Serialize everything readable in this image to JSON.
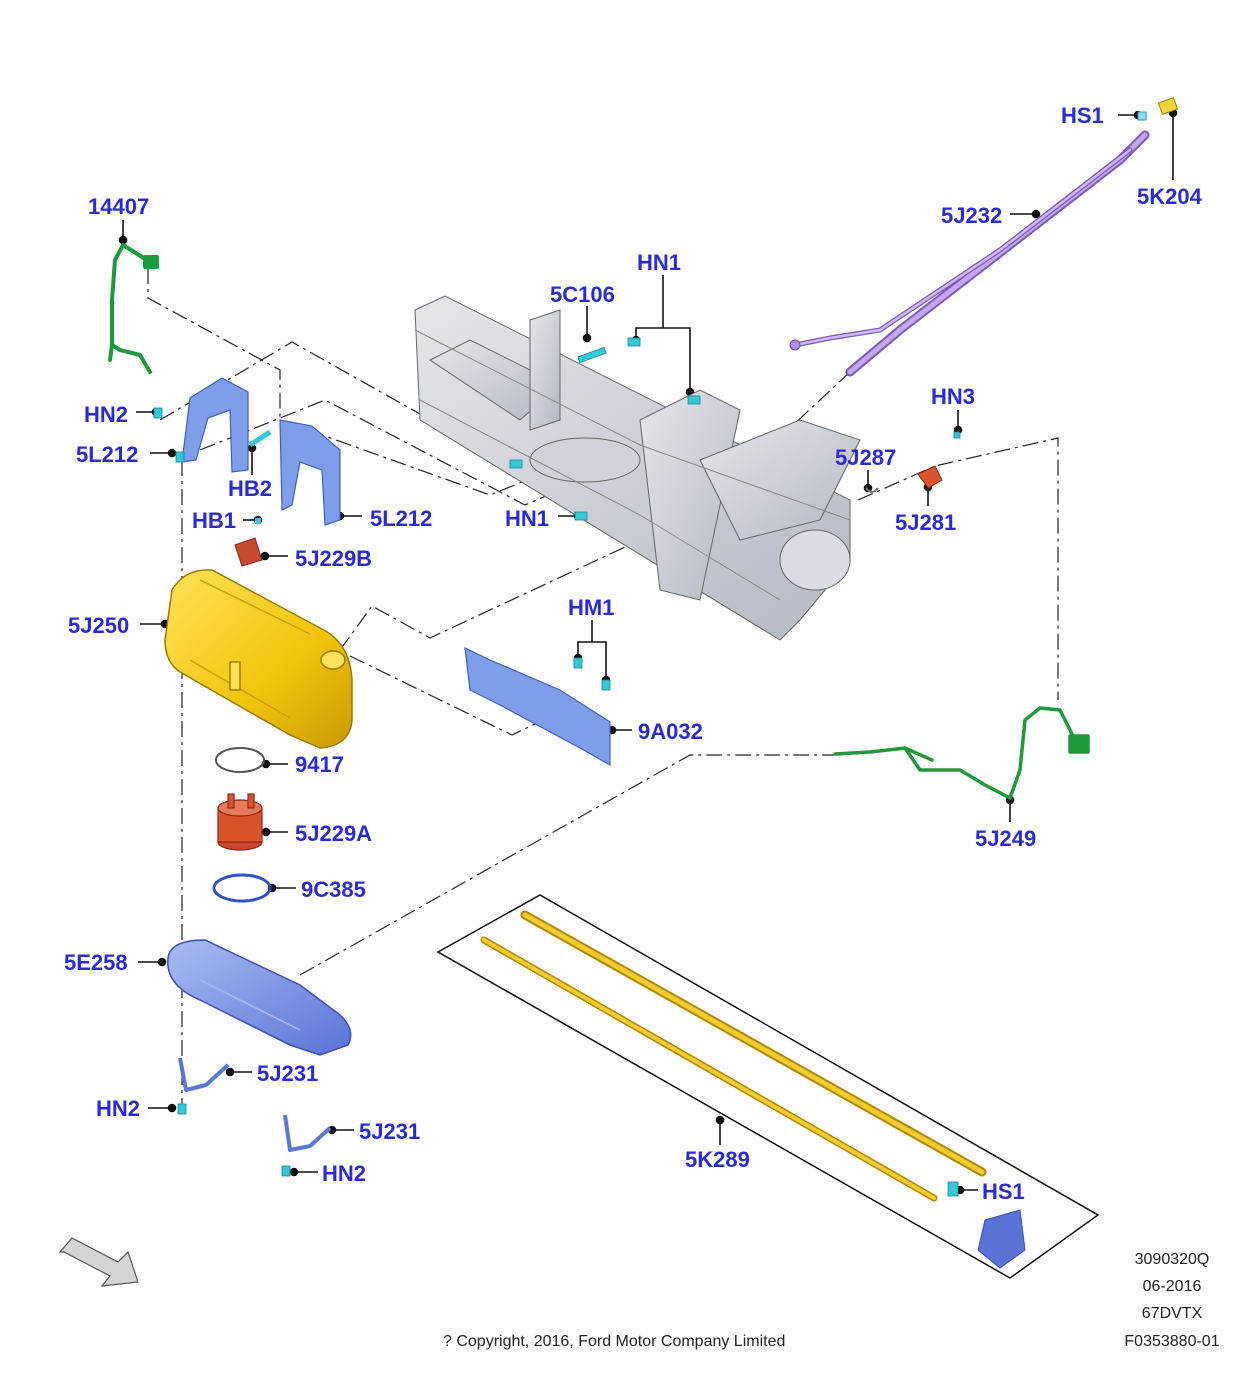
{
  "colors": {
    "label_blue": "#2b2bd6",
    "tank_yellow": "#f2c40c",
    "harness_green": "#1f9a3a",
    "filler_purple": "#a67ad8",
    "bracket_blue": "#7f9ee8",
    "shield_blue": "#6f86e0",
    "pump_red": "#d9542b",
    "clip_cyan": "#35c8d8",
    "rod_yellow": "#e8c420",
    "frame_grey": "#c8ccd3"
  },
  "labels": {
    "l_14407": "14407",
    "l_hs1_top": "HS1",
    "l_5k204": "5K204",
    "l_5j232": "5J232",
    "l_hn1_top": "HN1",
    "l_5c106": "5C106",
    "l_hn2_top": "HN2",
    "l_5l212_left": "5L212",
    "l_hb2": "HB2",
    "l_5l212_right": "5L212",
    "l_hn1_bottom": "HN1",
    "l_hb1": "HB1",
    "l_5j229b": "5J229B",
    "l_hn3": "HN3",
    "l_5j287": "5J287",
    "l_5j281": "5J281",
    "l_5j250": "5J250",
    "l_hm1": "HM1",
    "l_9a032": "9A032",
    "l_9417": "9417",
    "l_5j229a": "5J229A",
    "l_5j249": "5J249",
    "l_9c385": "9C385",
    "l_5e258": "5E258",
    "l_5j231_a": "5J231",
    "l_hn2_mid": "HN2",
    "l_5j231_b": "5J231",
    "l_hn2_bottom": "HN2",
    "l_5k289": "5K289",
    "l_hs1_bottom": "HS1"
  },
  "footer": {
    "code1": "3090320Q",
    "date": "06-2016",
    "code2": "67DVTX",
    "code3": "F0353880-01",
    "copyright": "? Copyright, 2016, Ford Motor Company Limited"
  },
  "icons": {
    "orientation_arrow": "front-direction-arrow-icon"
  }
}
